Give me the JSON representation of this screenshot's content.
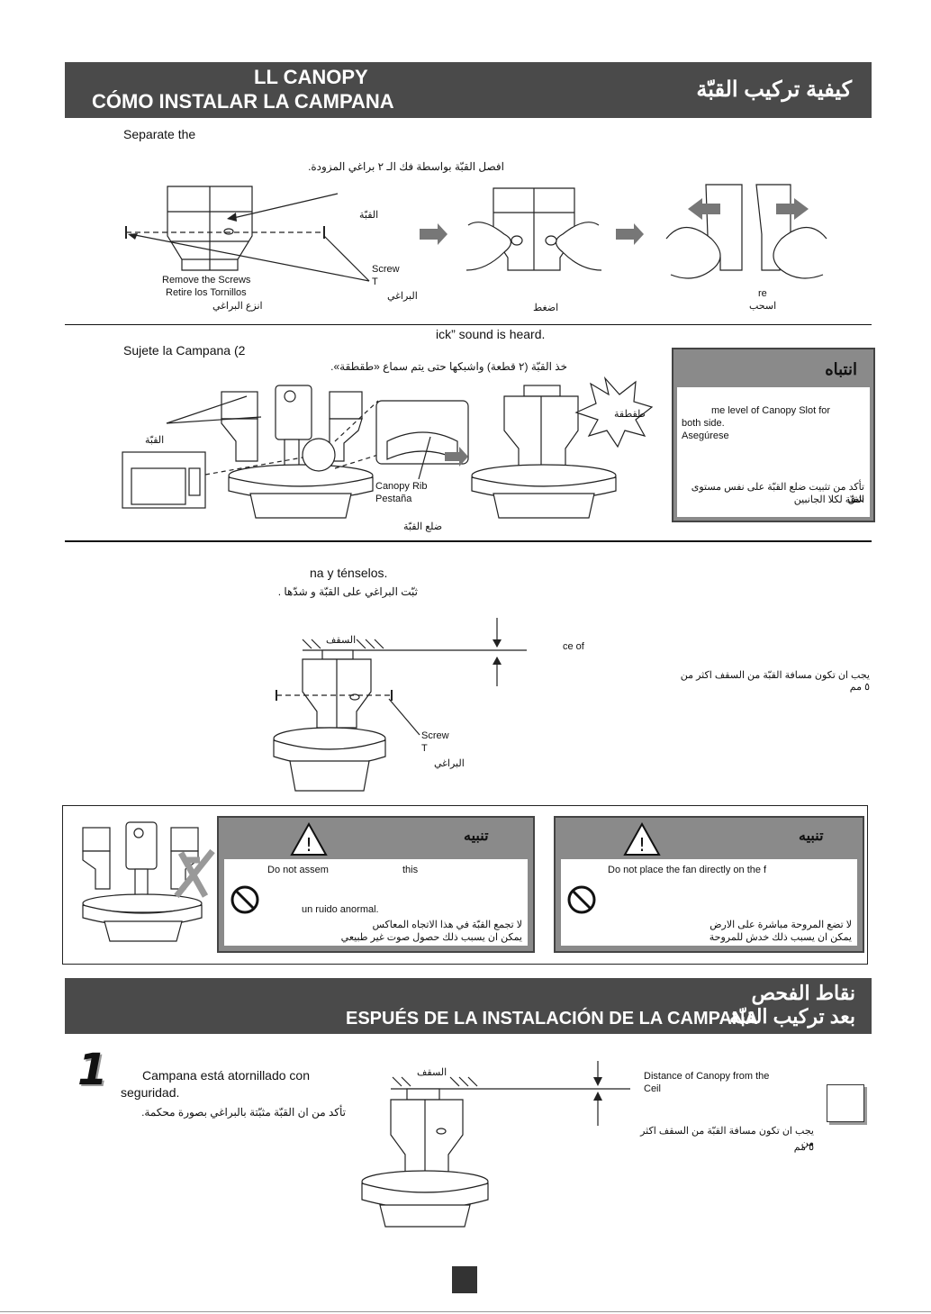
{
  "header1": {
    "title_en": "LL CANOPY",
    "title_es": "CÓMO INSTALAR LA CAMPANA",
    "title_ar": "كيفية تركيب القبّة"
  },
  "step1": {
    "line_en": "Separate the",
    "line_ar": "افصل القبّة بواسطة فك الـ ٢ براغي المزودة.",
    "label_canopy_ar": "القبّة",
    "remove_en": "Remove the Screws",
    "remove_es": "Retire los Tornillos",
    "remove_ar": "انزع البراغي",
    "screw_en": "Screw",
    "screw_t": "T",
    "screw_ar": "البراغي",
    "press_ar": "اضغط",
    "pull_en": "re",
    "pull_ar": "اسحب"
  },
  "step2": {
    "line_en": "ick” sound is heard.",
    "line_es": "Sujete la Campana (2",
    "line_ar": "خذ القبّة (٢ قطعة) واشبكها حتى يتم سماع «طقطقة».",
    "canopy_ar": "القبّة",
    "rib_en": "Canopy Rib",
    "rib_es": "Pestaña",
    "rib_ar": "ضلع القبّة",
    "click_ar": "طقطقة",
    "note": {
      "title_ar": "انتباه",
      "text_en1": "me level of Canopy Slot for",
      "text_en2": "both side.",
      "text_es": "Asegúrese",
      "text_ar1": "تأكد من تثبيت ضلع القبّة على نفس مستوى شق",
      "text_ar2": "القبّة لكلا الجانبين"
    }
  },
  "step3": {
    "line_es": "na y ténselos.",
    "line_ar": "ثبّت البراغي على القبّة و شدّها .",
    "ceiling_ar": "السقف",
    "distance_en": "ce of",
    "distance_ar": "يجب ان تكون مسافة القبّة من السقف اكثر من ٥ مم",
    "screw_en": "Screw",
    "screw_t": "T",
    "screw_ar": "البراغي"
  },
  "warnings": [
    {
      "title_ar": "تنبيه",
      "text_en": "Do not assem",
      "text_en_b": "this",
      "text_es": "un ruido anormal.",
      "text_ar1": "لا تجمع القبّة في هذا الاتجاه المعاكس",
      "text_ar2": "يمكن ان يسبب ذلك حصول صوت غير طبيعي"
    },
    {
      "title_ar": "تنبيه",
      "text_en": "Do not place the fan directly on the f",
      "text_ar1": "لا تضع المروحة مباشرة على الارض",
      "text_ar2": "يمكن ان يسبب ذلك خدش للمروحة"
    }
  ],
  "header2": {
    "title_ar": "نقاط الفحص",
    "title_es": "ESPUÉS DE LA INSTALACIÓN DE LA CAMPANA",
    "title_ar2": "بعد تركيب القبّة"
  },
  "check1": {
    "number": "1",
    "line_es1": "Campana está atornillado con",
    "line_es2": "seguridad.",
    "line_ar": "تأكد من ان القبّة مثبّتة بالبراغي بصورة محكمة.",
    "ceiling_ar": "السقف",
    "distance_en1": "Distance of Canopy from the",
    "distance_en2": "Ceil",
    "distance_ar1": "يجب ان تكون مسافة القبّة من السقف اكثر من",
    "distance_ar2": "٥ مم"
  }
}
